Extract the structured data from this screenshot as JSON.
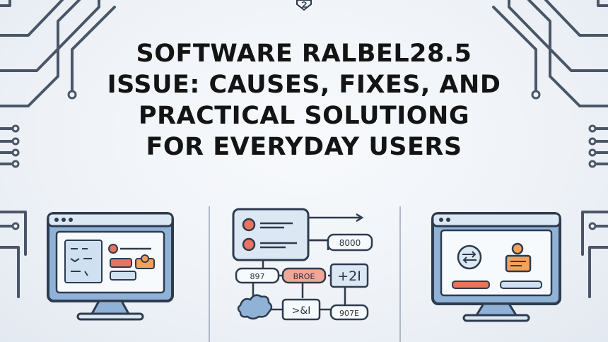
{
  "title": {
    "lines": [
      "SOFTWARE RALBEL28.5",
      "ISSUE: CAUSES, FIXES, AND",
      "PRACTICAL SOLUTIONG",
      "FOR EVERYDAY USERS"
    ]
  },
  "flowchart": {
    "box_1": "8000",
    "box_2": "897",
    "box_3": "BROE",
    "box_4": "+2I",
    "box_5": ">&I",
    "box_6": "907E"
  },
  "colors": {
    "outline": "#2e3b4e",
    "screen_blue": "#8fb2d6",
    "panel_light": "#dbe7f3",
    "accent_red": "#e8735f",
    "accent_orange": "#f4a25a",
    "circuit": "#4a5668"
  },
  "icons": [
    "circuit-traces",
    "monitor-icon",
    "flowchart-diagram",
    "user-icon",
    "shield-icon"
  ]
}
